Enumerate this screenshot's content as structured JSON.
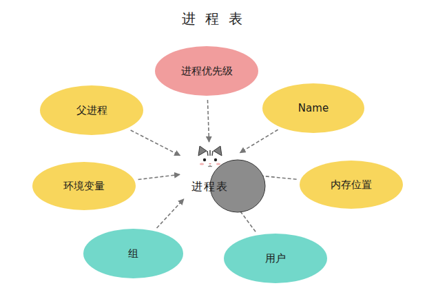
{
  "diagram": {
    "title": "进 程 表",
    "nodes": [
      {
        "text": [
          "进程优先级"
        ]
      },
      {
        "text": [
          "父进程"
        ]
      },
      {
        "text": [
          "Name"
        ]
      },
      {
        "text": [
          "环境变量"
        ]
      },
      {
        "text": [
          "进程表"
        ]
      },
      {
        "text": [
          "内存位置"
        ]
      },
      {
        "text": [
          "组"
        ]
      },
      {
        "text": [
          "用户"
        ]
      }
    ],
    "edges": [
      {
        "from": 0,
        "to": 4,
        "arrow": "to"
      },
      {
        "from": 1,
        "to": 4,
        "arrow": "to"
      },
      {
        "from": 2,
        "to": 4,
        "arrow": "to"
      },
      {
        "from": 3,
        "to": 4,
        "arrow": "to"
      },
      {
        "from": 5,
        "to": 4,
        "arrow": "to"
      },
      {
        "from": 6,
        "to": 4,
        "arrow": "to"
      },
      {
        "from": 7,
        "to": 4,
        "arrow": "to"
      }
    ]
  }
}
